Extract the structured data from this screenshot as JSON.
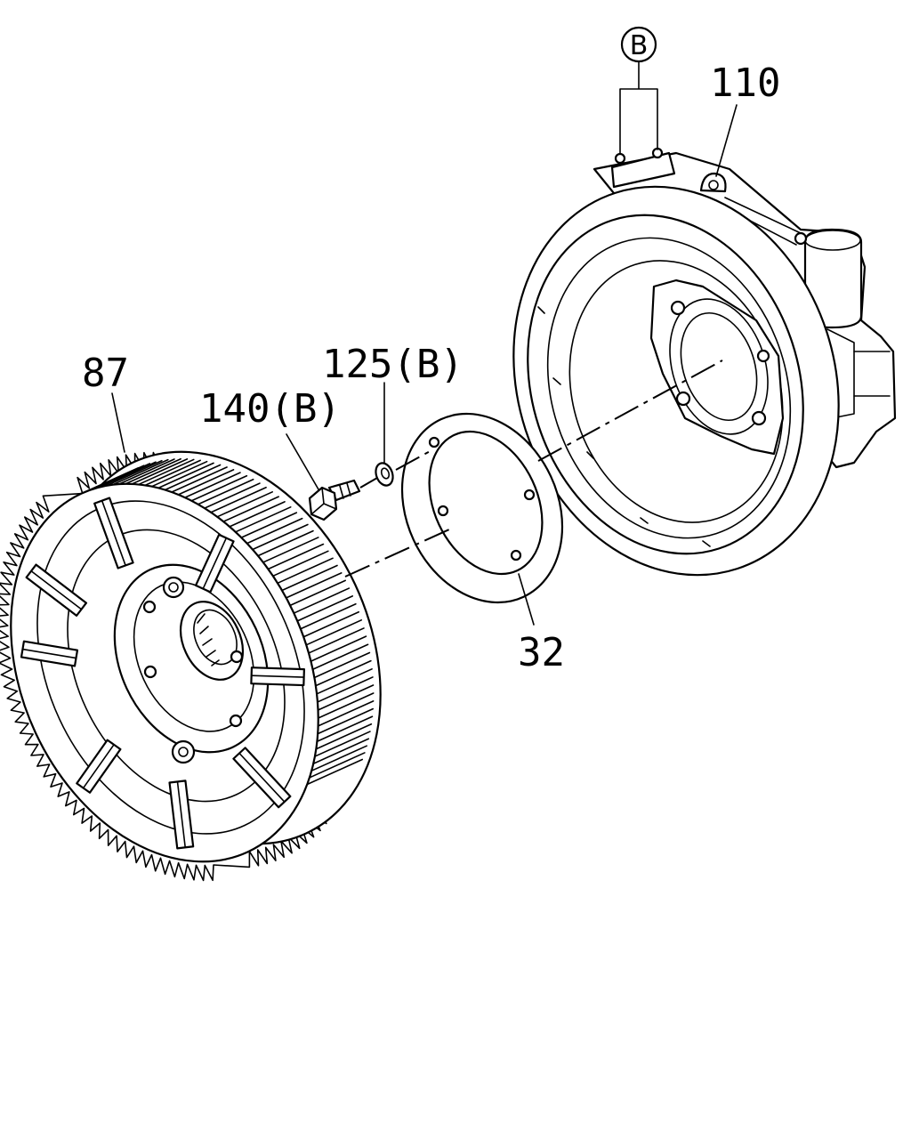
{
  "callouts": {
    "housing": "110",
    "gear": "87",
    "bolt": "140(B)",
    "washer": "125(B)",
    "gasket": "32",
    "ref_marker": "B"
  }
}
